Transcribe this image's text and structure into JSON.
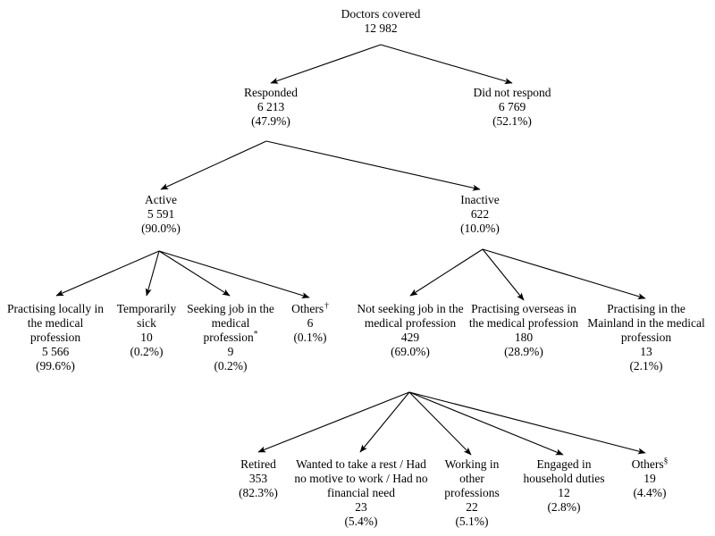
{
  "diagram": {
    "title_node": "Doctors covered",
    "type": "flowchart-tree",
    "nodes": {
      "root": {
        "label": "Doctors covered",
        "value": "12 982",
        "pct": ""
      },
      "responded": {
        "label": "Responded",
        "value": "6 213",
        "pct": "(47.9%)"
      },
      "did_not_respond": {
        "label": "Did not respond",
        "value": "6 769",
        "pct": "(52.1%)"
      },
      "active": {
        "label": "Active",
        "value": "5 591",
        "pct": "(90.0%)"
      },
      "inactive": {
        "label": "Inactive",
        "value": "622",
        "pct": "(10.0%)"
      },
      "practising_locally": {
        "label": "Practising locally in the medical profession",
        "value": "5 566",
        "pct": "(99.6%)"
      },
      "temporarily_sick": {
        "label": "Temporarily sick",
        "value": "10",
        "pct": "(0.2%)"
      },
      "seeking_job": {
        "label": "Seeking job in the medical profession",
        "marker": "*",
        "value": "9",
        "pct": "(0.2%)"
      },
      "others_active": {
        "label": "Others",
        "marker": "†",
        "value": "6",
        "pct": "(0.1%)"
      },
      "not_seeking_job": {
        "label": "Not seeking job in the medical profession",
        "value": "429",
        "pct": "(69.0%)"
      },
      "practising_overseas": {
        "label": "Practising overseas in the medical profession",
        "value": "180",
        "pct": "(28.9%)"
      },
      "practising_mainland": {
        "label": "Practising in the Mainland in the medical profession",
        "value": "13",
        "pct": "(2.1%)"
      },
      "retired": {
        "label": "Retired",
        "value": "353",
        "pct": "(82.3%)"
      },
      "wanted_rest": {
        "label": "Wanted to take a rest / Had no motive to work / Had no financial need",
        "value": "23",
        "pct": "(5.4%)"
      },
      "other_professions": {
        "label": "Working in other professions",
        "value": "22",
        "pct": "(5.1%)"
      },
      "household_duties": {
        "label": "Engaged in household duties",
        "value": "12",
        "pct": "(2.8%)"
      },
      "others_bottom": {
        "label": "Others",
        "marker": "§",
        "value": "19",
        "pct": "(4.4%)"
      }
    }
  }
}
